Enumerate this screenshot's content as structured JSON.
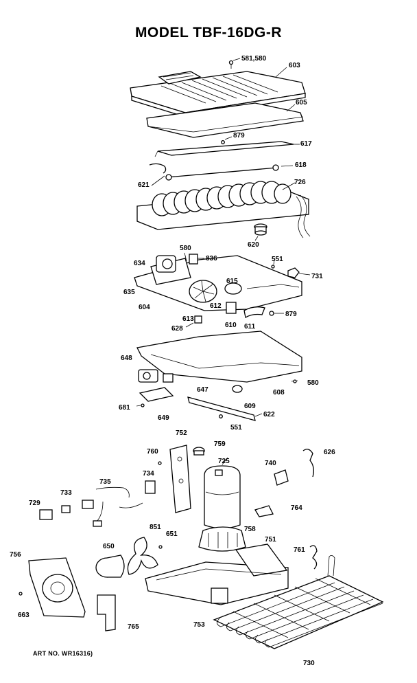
{
  "title": "MODEL TBF-16DG-R",
  "art_number": "ART NO. WR16316)",
  "part_labels": {
    "p581_580": "581,580",
    "p603": "603",
    "p605": "605",
    "p879a": "879",
    "p617": "617",
    "p618": "618",
    "p621": "621",
    "p726": "726",
    "p620": "620",
    "p580a": "580",
    "p836": "836",
    "p634": "634",
    "p551a": "551",
    "p731": "731",
    "p635": "635",
    "p615": "615",
    "p604": "604",
    "p612": "612",
    "p613": "613",
    "p628": "628",
    "p610": "610",
    "p611": "611",
    "p879b": "879",
    "p648": "648",
    "p647": "647",
    "p608": "608",
    "p580b": "580",
    "p609": "609",
    "p681": "681",
    "p649": "649",
    "p622": "622",
    "p551b": "551",
    "p752": "752",
    "p759": "759",
    "p626": "626",
    "p760": "760",
    "p725": "725",
    "p740": "740",
    "p735": "735",
    "p734": "734",
    "p729": "729",
    "p733": "733",
    "p764": "764",
    "p851": "851",
    "p758": "758",
    "p651": "651",
    "p751": "751",
    "p650": "650",
    "p761": "761",
    "p756": "756",
    "p663": "663",
    "p765": "765",
    "p753": "753",
    "p730": "730"
  }
}
